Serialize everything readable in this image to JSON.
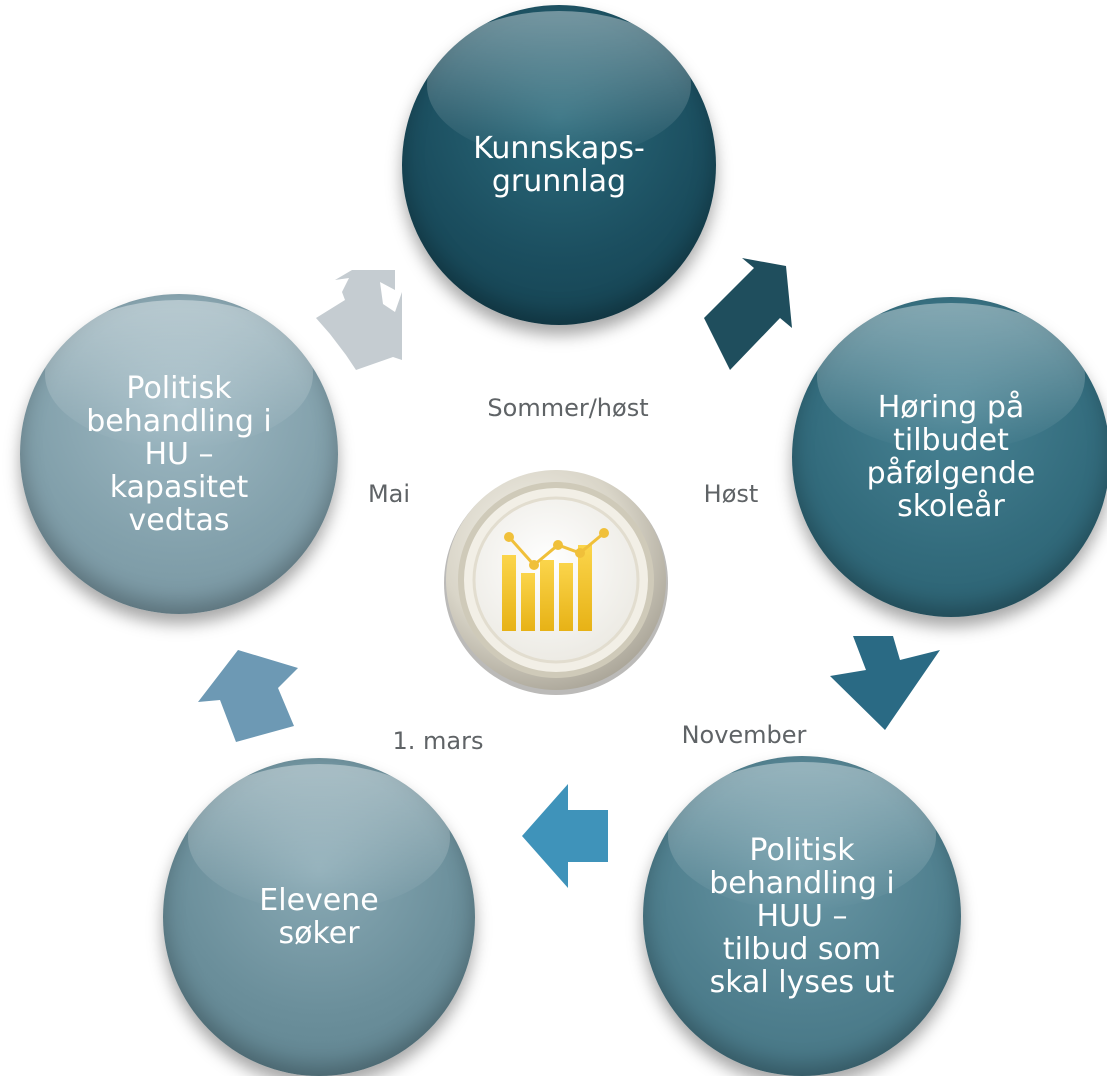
{
  "diagram": {
    "nodes": [
      {
        "text": "Kunnskaps-\ngrunnlag",
        "color": "#1b4e5f"
      },
      {
        "text": "Høring på\ntilbudet\npåfølgende\nskoleår",
        "color": "#336c7d"
      },
      {
        "text": "Politisk\nbehandling i\nHUU –\ntilbud som\nskal lyses ut",
        "color": "#4f7f8e"
      },
      {
        "text": "Elevene\nsøker",
        "color": "#6b8f9b"
      },
      {
        "text": "Politisk\nbehandling i\nHU –\nkapasitet\nvedtas",
        "color": "#83a1ac"
      }
    ],
    "periods": [
      {
        "text": "Sommer/høst"
      },
      {
        "text": "Høst"
      },
      {
        "text": "November"
      },
      {
        "text": "1. mars"
      },
      {
        "text": "Mai"
      }
    ],
    "arrows": [
      {
        "name": "arrow-to-hoering",
        "color": "#1f4e5d"
      },
      {
        "name": "arrow-to-huu",
        "color": "#2a6a84"
      },
      {
        "name": "arrow-to-elevene",
        "color": "#3f93ba"
      },
      {
        "name": "arrow-to-hu",
        "color": "#6d99b4"
      },
      {
        "name": "arrow-to-kunnskap",
        "color": "#c5ccd1"
      }
    ],
    "center_icon": "bar-line-chart-icon"
  }
}
